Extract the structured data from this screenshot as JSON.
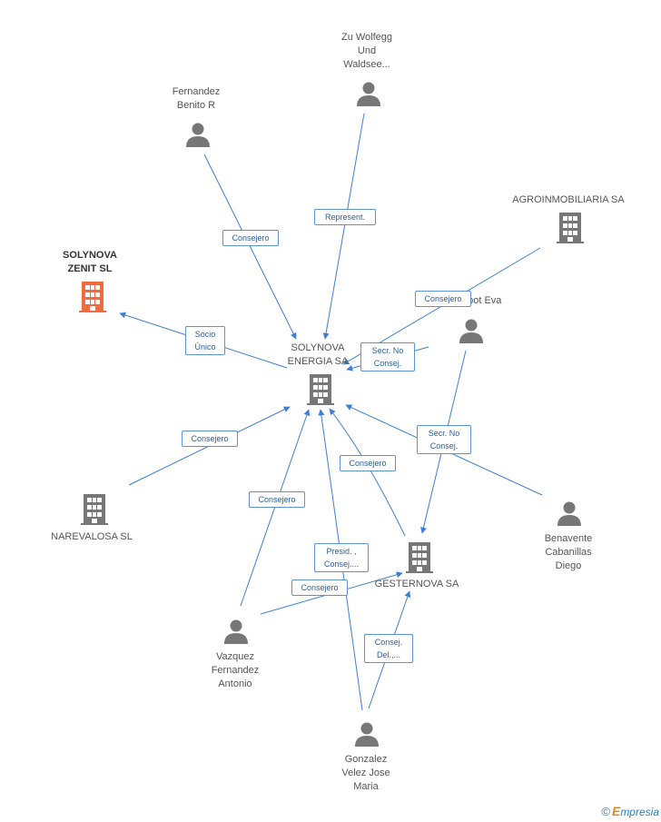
{
  "nodes": {
    "solynova_energia": {
      "label": "SOLYNOVA\nENERGIA SA",
      "type": "company"
    },
    "solynova_zenit": {
      "label": "SOLYNOVA\nZENIT SL",
      "type": "company",
      "highlight": true
    },
    "zu_wolfegg": {
      "label": "Zu Wolfegg\nUnd\nWaldsee...",
      "type": "person"
    },
    "fernandez_benito": {
      "label": "Fernandez\nBenito R",
      "type": "person"
    },
    "agroinmobiliaria": {
      "label": "AGROINMOBILIARIA SA",
      "type": "company"
    },
    "ebot_eva": {
      "label": "ebot Eva",
      "type": "person"
    },
    "narevalosa": {
      "label": "NAREVALOSA SL",
      "type": "company"
    },
    "gesternova": {
      "label": "GESTERNOVA SA",
      "type": "company"
    },
    "benavente": {
      "label": "Benavente\nCabanillas\nDiego",
      "type": "person"
    },
    "vazquez": {
      "label": "Vazquez\nFernandez\nAntonio",
      "type": "person"
    },
    "gonzalez": {
      "label": "Gonzalez\nVelez Jose\nMaria",
      "type": "person"
    }
  },
  "edge_labels": {
    "zu_wolfegg": "Represent.",
    "fernandez": "Consejero",
    "agro": "Consejero",
    "ebot": "Secr.  No\nConsej.",
    "zenit": "Socio\nÚnico",
    "narevalosa": "Consejero",
    "benavente": "Secr.  No\nConsej.",
    "gesternova_energia": "Consejero",
    "vazquez_energia": "Consejero",
    "gonzalez_energia": "Presid. ,\nConsej....",
    "vazquez_gesternova": "Consejero",
    "gonzalez_gesternova": "Consej.\nDel.,..."
  },
  "footer": {
    "copyright": "©",
    "brand_e": "E",
    "brand_rest": "mpresia"
  },
  "colors": {
    "edge": "#3d7fd4",
    "company": "#777777",
    "person": "#777777",
    "highlight": "#f26a3d",
    "label_border": "#5b93d9"
  }
}
